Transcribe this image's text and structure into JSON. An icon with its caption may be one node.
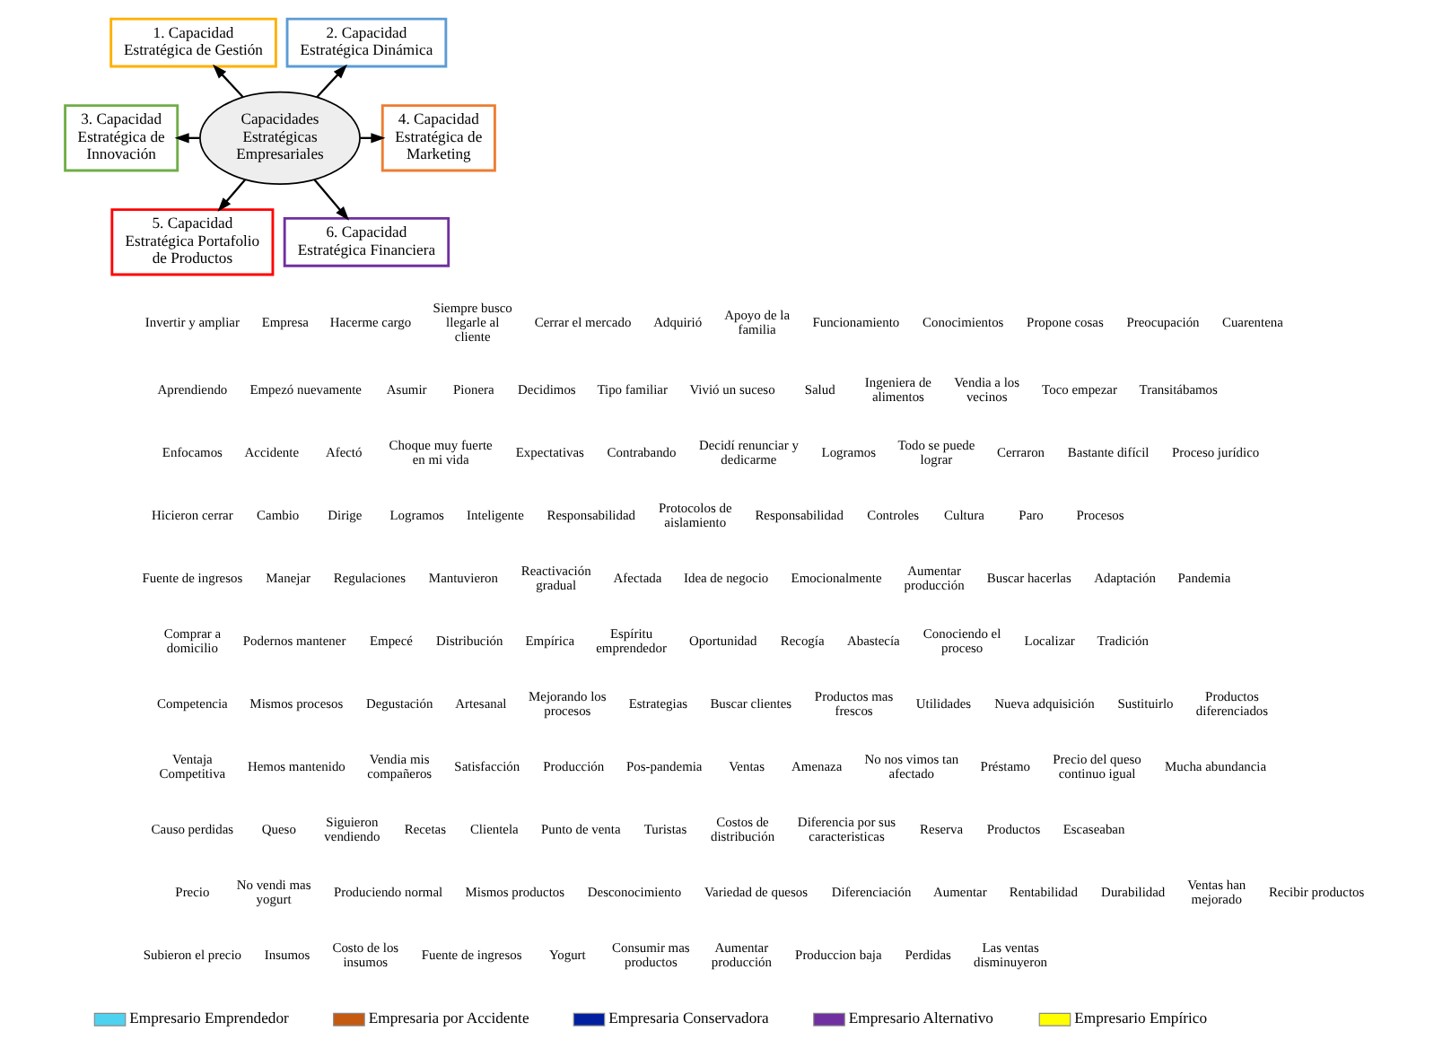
{
  "diagram": {
    "nodes": [
      {
        "text": [
          "Capacidades Estratégicas Empresariales"
        ]
      },
      {
        "text": [
          "1. Capacidad Estratégica de Gestión"
        ]
      },
      {
        "text": [
          "2. Capacidad Estratégica Dinámica"
        ]
      },
      {
        "text": [
          "3. Capacidad Estratégica de Innovación"
        ]
      },
      {
        "text": [
          "4. Capacidad Estratégica de Marketing"
        ]
      },
      {
        "text": [
          "5. Capacidad Estratégica Portafolio de Productos"
        ]
      },
      {
        "text": [
          "6. Capacidad Estratégica Financiera"
        ]
      }
    ],
    "edges": [
      {
        "from": 0,
        "to": 1,
        "arrow": "to"
      },
      {
        "from": 0,
        "to": 2,
        "arrow": "to"
      },
      {
        "from": 0,
        "to": 3,
        "arrow": "to"
      },
      {
        "from": 0,
        "to": 4,
        "arrow": "to"
      },
      {
        "from": 0,
        "to": 5,
        "arrow": "to"
      },
      {
        "from": 0,
        "to": 6,
        "arrow": "to"
      }
    ],
    "labels": [
      "Invertir y ampliar",
      "Empresa",
      "Hacerme cargo",
      "Siempre busco llegarle al cliente",
      "Cerrar el mercado",
      "Adquirió",
      "Apoyo de la familia",
      "Funcionamiento",
      "Conocimientos",
      "Propone cosas",
      "Preocupación",
      "Cuarentena",
      "Aprendiendo",
      "Empezó nuevamente",
      "Asumir",
      "Pionera",
      "Decidimos",
      "Tipo familiar",
      "Vivió un suceso",
      "Salud",
      "Ingeniera de alimentos",
      "Vendia a los vecinos",
      "Toco empezar",
      "Transitábamos",
      "Enfocamos",
      "Accidente",
      "Afectó",
      "Choque muy fuerte en mi vida",
      "Expectativas",
      "Contrabando",
      "Decidí renunciar y dedicarme",
      "Logramos",
      "Todo se puede lograr",
      "Cerraron",
      "Bastante difícil",
      "Proceso jurídico",
      "Hicieron cerrar",
      "Cambio",
      "Dirige",
      "Logramos",
      "Inteligente",
      "Responsabilidad",
      "Protocolos de aislamiento",
      "Responsabilidad",
      "Controles",
      "Cultura",
      "Paro",
      "Procesos",
      "Fuente de ingresos",
      "Manejar",
      "Regulaciones",
      "Mantuvieron",
      "Reactivación gradual",
      "Afectada",
      "Idea de negocio",
      "Emocionalmente",
      "Aumentar producción",
      "Buscar hacerlas",
      "Adaptación",
      "Pandemia",
      "Comprar a domicilio",
      "Podernos mantener",
      "Empecé",
      "Distribución",
      "Empírica",
      "Espíritu emprendedor",
      "Oportunidad",
      "Recogía",
      "Abastecía",
      "Conociendo el proceso",
      "Localizar",
      "Tradición",
      "Competencia",
      "Mismos procesos",
      "Degustación",
      "Artesanal",
      "Mejorando los procesos",
      "Estrategias",
      "Buscar clientes",
      "Productos mas frescos",
      "Utilidades",
      "Nueva adquisición",
      "Sustituirlo",
      "Productos diferenciados",
      "Ventaja Competitiva",
      "Hemos mantenido",
      "Vendia mis compañeros",
      "Satisfacción",
      "Producción",
      "Pos-pandemia",
      "Ventas",
      "Amenaza",
      "No nos vimos tan afectado",
      "Préstamo",
      "Precio del queso continuo igual",
      "Mucha abundancia",
      "Causo perdidas",
      "Queso",
      "Siguieron vendiendo",
      "Recetas",
      "Clientela",
      "Punto de venta",
      "Turistas",
      "Costos de distribución",
      "Diferencia por sus caracteristicas",
      "Reserva",
      "Productos",
      "Escaseaban",
      "Precio",
      "No vendi mas yogurt",
      "Produciendo normal",
      "Mismos productos",
      "Desconocimiento",
      "Variedad de quesos",
      "Diferenciación",
      "Aumentar",
      "Rentabilidad",
      "Durabilidad",
      "Ventas han mejorado",
      "Recibir productos",
      "Subieron el precio",
      "Insumos",
      "Costo de los insumos",
      "Fuente de ingresos",
      "Yogurt",
      "Consumir mas productos",
      "Aumentar producción",
      "Produccion baja",
      "Perdidas",
      "Las ventas disminuyeron"
    ],
    "legend": [
      {
        "text": "Empresario Emprendedor",
        "color": "#4fd2f0"
      },
      {
        "text": "Empresaria por Accidente",
        "color": "#c55a11"
      },
      {
        "text": "Empresaria Conservadora",
        "color": "#00209f"
      },
      {
        "text": "Empresario Alternativo",
        "color": "#7030a0"
      },
      {
        "text": "Empresario Empírico",
        "color": "#ffff00"
      }
    ]
  }
}
